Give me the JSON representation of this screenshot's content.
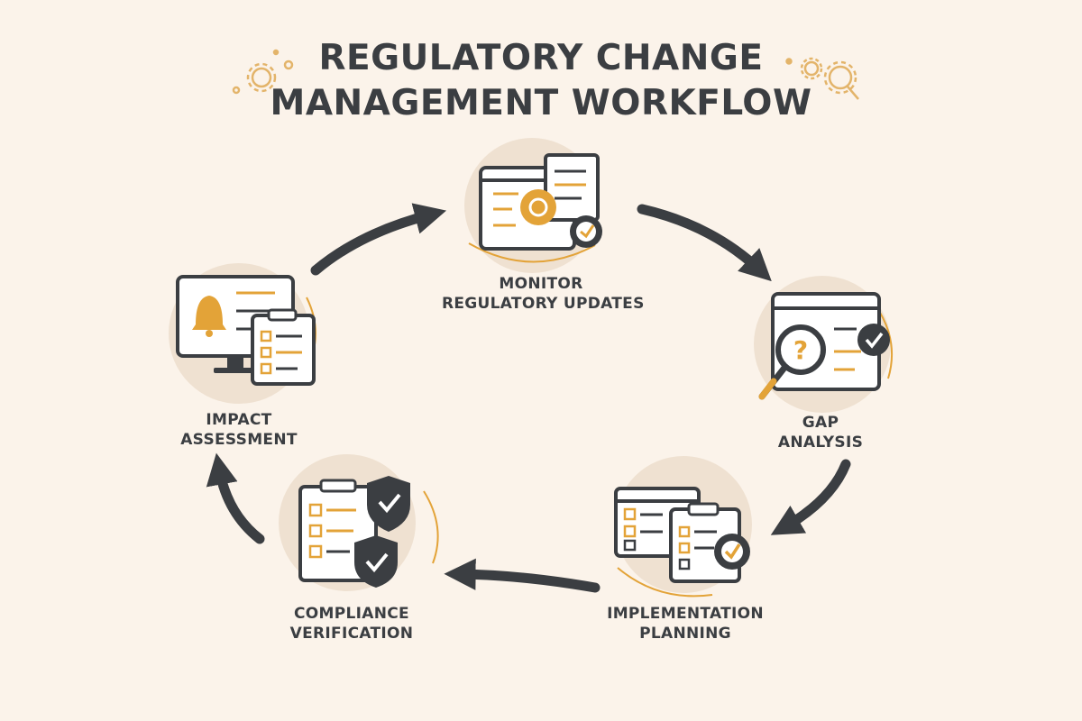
{
  "title": {
    "line1": "REGULATORY CHANGE",
    "line2": "MANAGEMENT WORKFLOW"
  },
  "steps": [
    {
      "line1": "MONITOR",
      "line2": "REGULATORY UPDATES",
      "icon": "monitor-with-documents-icon"
    },
    {
      "line1": "GAP",
      "line2": "ANALYSIS",
      "icon": "magnifier-question-icon"
    },
    {
      "line1": "IMPLEMENTATION",
      "line2": "PLANNING",
      "icon": "calendar-checklist-icon"
    },
    {
      "line1": "COMPLIANCE",
      "line2": "VERIFICATION",
      "icon": "checklist-shield-icon"
    },
    {
      "line1": "IMPACT",
      "line2": "ASSESSMENT",
      "icon": "monitor-bell-icon"
    }
  ],
  "colors": {
    "background": "#fbf3ea",
    "accent": "#e3a338",
    "dark": "#3b3e42",
    "circle": "#efe1d1"
  }
}
